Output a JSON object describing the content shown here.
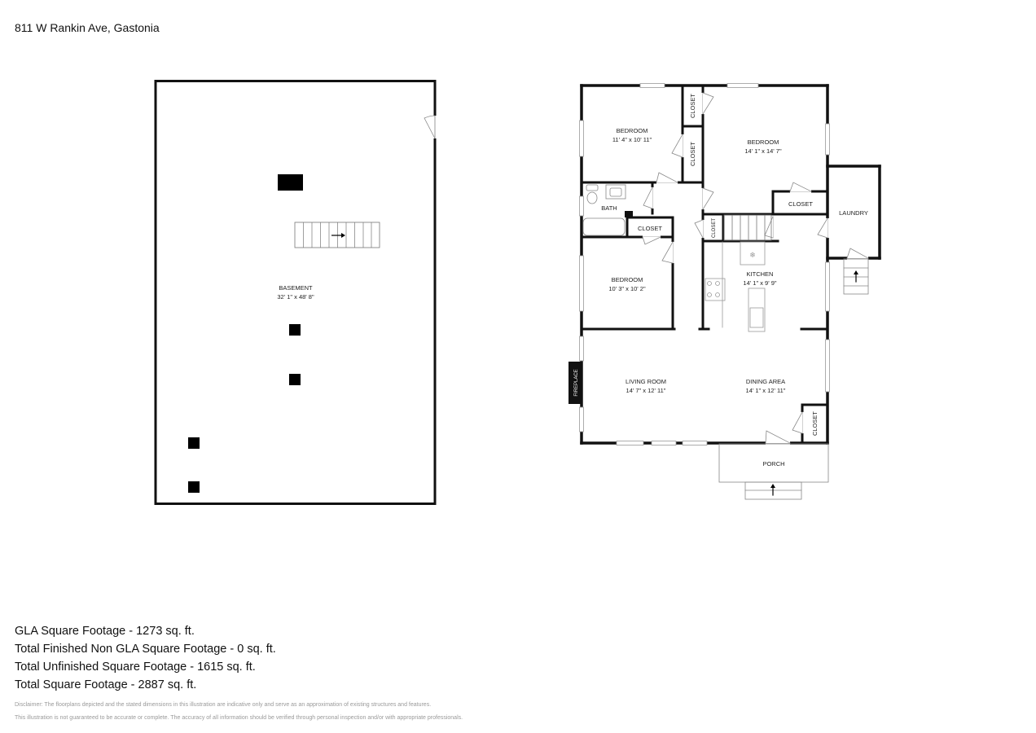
{
  "header": {
    "address": "811 W Rankin Ave, Gastonia"
  },
  "basement": {
    "label": "BASEMENT",
    "dimensions": "32' 1\" x 48' 8\""
  },
  "main_floor": {
    "rooms": [
      {
        "id": "bedroom1",
        "label": "BEDROOM",
        "dimensions": "11' 4\" x 10' 11\""
      },
      {
        "id": "bedroom2",
        "label": "BEDROOM",
        "dimensions": "14' 1\" x 14' 7\""
      },
      {
        "id": "bedroom3",
        "label": "BEDROOM",
        "dimensions": "10' 3\" x 10' 2\""
      },
      {
        "id": "bath",
        "label": "BATH"
      },
      {
        "id": "kitchen",
        "label": "KITCHEN",
        "dimensions": "14' 1\" x 9' 9\""
      },
      {
        "id": "laundry",
        "label": "LAUNDRY"
      },
      {
        "id": "living",
        "label": "LIVING ROOM",
        "dimensions": "14' 7\" x 12' 11\""
      },
      {
        "id": "dining",
        "label": "DINING AREA",
        "dimensions": "14' 1\" x 12' 11\""
      },
      {
        "id": "porch",
        "label": "PORCH"
      }
    ],
    "closet_label": "CLOSET",
    "fireplace_label": "FIREPLACE"
  },
  "stats": [
    "GLA Square Footage - 1273 sq. ft.",
    "Total Finished Non GLA Square Footage - 0 sq. ft.",
    "Total Unfinished Square Footage - 1615 sq. ft.",
    "Total Square Footage - 2887 sq. ft."
  ],
  "disclaimer": [
    "Disclaimer: The floorplans depicted and the stated dimensions in this illustration are indicative only and serve as an approximation of existing structures and features.",
    "This illustration is not guaranteed to be accurate or complete. The accuracy of all information should be verified through personal inspection and/or with appropriate professionals."
  ]
}
